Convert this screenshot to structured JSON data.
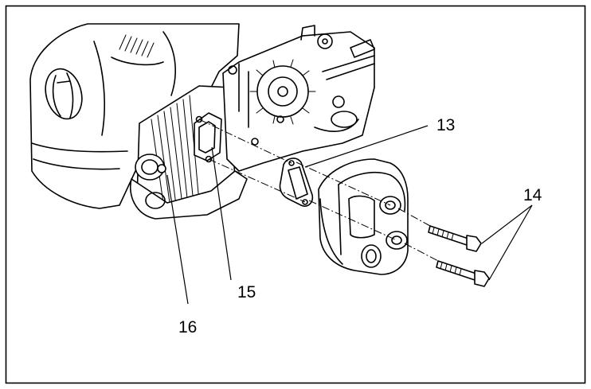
{
  "callouts": {
    "c13": "13",
    "c14": "14",
    "c15": "15",
    "c16": "16"
  },
  "colors": {
    "line": "#000000",
    "background": "#ffffff"
  }
}
